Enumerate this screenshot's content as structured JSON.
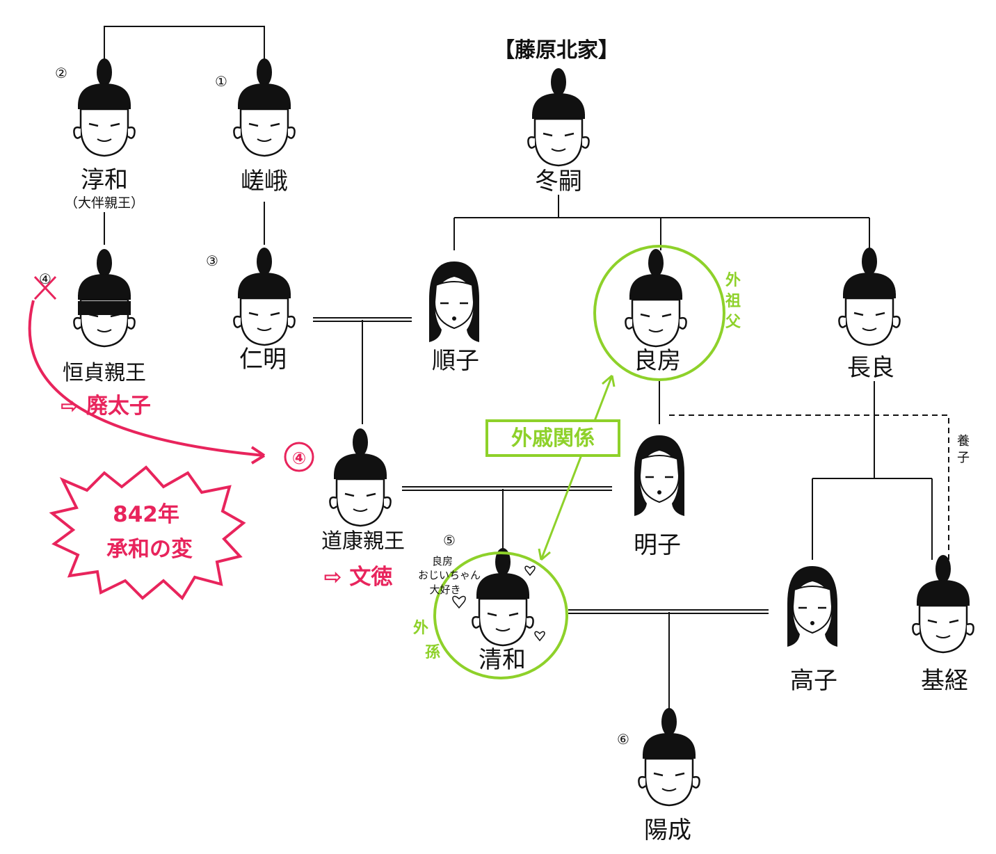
{
  "header": "【藤原北家】",
  "people": {
    "junna": {
      "name": "淳和",
      "sub": "（大伴親王）",
      "num": "②"
    },
    "saga": {
      "name": "嵯峨",
      "num": "①"
    },
    "fuyutsugu": {
      "name": "冬嗣"
    },
    "tsunesada": {
      "name": "恒貞親王",
      "result": "⇨ 廃太子",
      "num": "④"
    },
    "ninmyo": {
      "name": "仁明",
      "num": "③"
    },
    "junshi": {
      "name": "順子"
    },
    "yoshifusa": {
      "name": "良房"
    },
    "nagara": {
      "name": "長良"
    },
    "michiyasu": {
      "name": "道康親王",
      "result": "⇨ 文徳"
    },
    "akirakeiko": {
      "name": "明子"
    },
    "seiwa": {
      "name": "清和",
      "num": "⑤"
    },
    "takaiko": {
      "name": "高子"
    },
    "mototsune": {
      "name": "基経"
    },
    "yozei": {
      "name": "陽成",
      "num": "⑥"
    }
  },
  "labels": {
    "gaiso": [
      "外",
      "祖",
      "父"
    ],
    "gaison": [
      "外",
      "孫"
    ],
    "gaiseki": "外戚関係",
    "yoshi": [
      "養",
      "子"
    ],
    "succession_num": "④",
    "seiwa_note": [
      "良房",
      "おじいちゃん",
      "大好き"
    ],
    "event": [
      "842年",
      "承和の変"
    ]
  },
  "colors": {
    "ink": "#111111",
    "red": "#e8245c",
    "green": "#8ed12a"
  }
}
